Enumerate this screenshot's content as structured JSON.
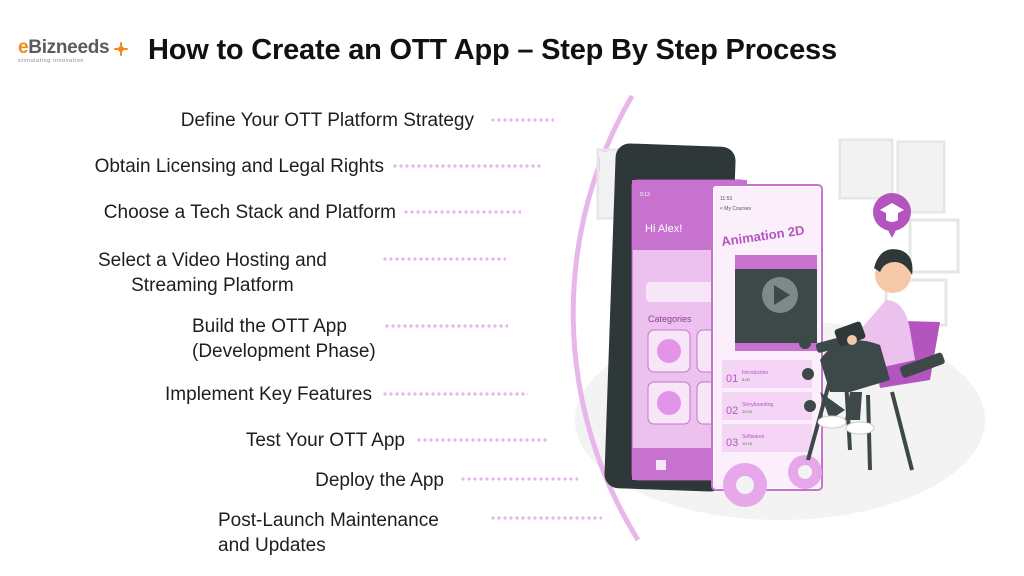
{
  "header": {
    "title": "How to Create an OTT App – Step By Step Process"
  },
  "logo": {
    "brand_e": "e",
    "brand_rest": "Bizneeds",
    "tagline": "stimulating innovation"
  },
  "steps": [
    {
      "lines": [
        "Define Your OTT Platform Strategy"
      ]
    },
    {
      "lines": [
        "Obtain Licensing and Legal Rights"
      ]
    },
    {
      "lines": [
        "Choose a Tech Stack and Platform"
      ]
    },
    {
      "lines": [
        "Select a Video Hosting and",
        "Streaming Platform"
      ]
    },
    {
      "lines": [
        "Build the OTT App",
        "(Development Phase)"
      ]
    },
    {
      "lines": [
        "Implement Key Features"
      ]
    },
    {
      "lines": [
        "Test Your OTT App"
      ]
    },
    {
      "lines": [
        "Deploy the App"
      ]
    },
    {
      "lines": [
        "Post-Launch Maintenance",
        "and Updates"
      ]
    }
  ],
  "phone": {
    "greeting": "Hi Alex!",
    "categories": "Categories",
    "status_time_left": "9:13",
    "status_time_right": "11:53"
  },
  "course_card": {
    "back_label": "< My Courses",
    "course_title": "Animation 2D",
    "lessons": [
      {
        "num": "01",
        "name": "Introduction",
        "duration": "8:00"
      },
      {
        "num": "02",
        "name": "Storyboarding",
        "duration": "20:00"
      },
      {
        "num": "03",
        "name": "Softwares",
        "duration": "10:15"
      }
    ]
  },
  "colors": {
    "accent_pink": "#e6a8ea",
    "accent_purple": "#b455bf",
    "phone_dark": "#2e3737",
    "logo_orange": "#f08a1c"
  }
}
